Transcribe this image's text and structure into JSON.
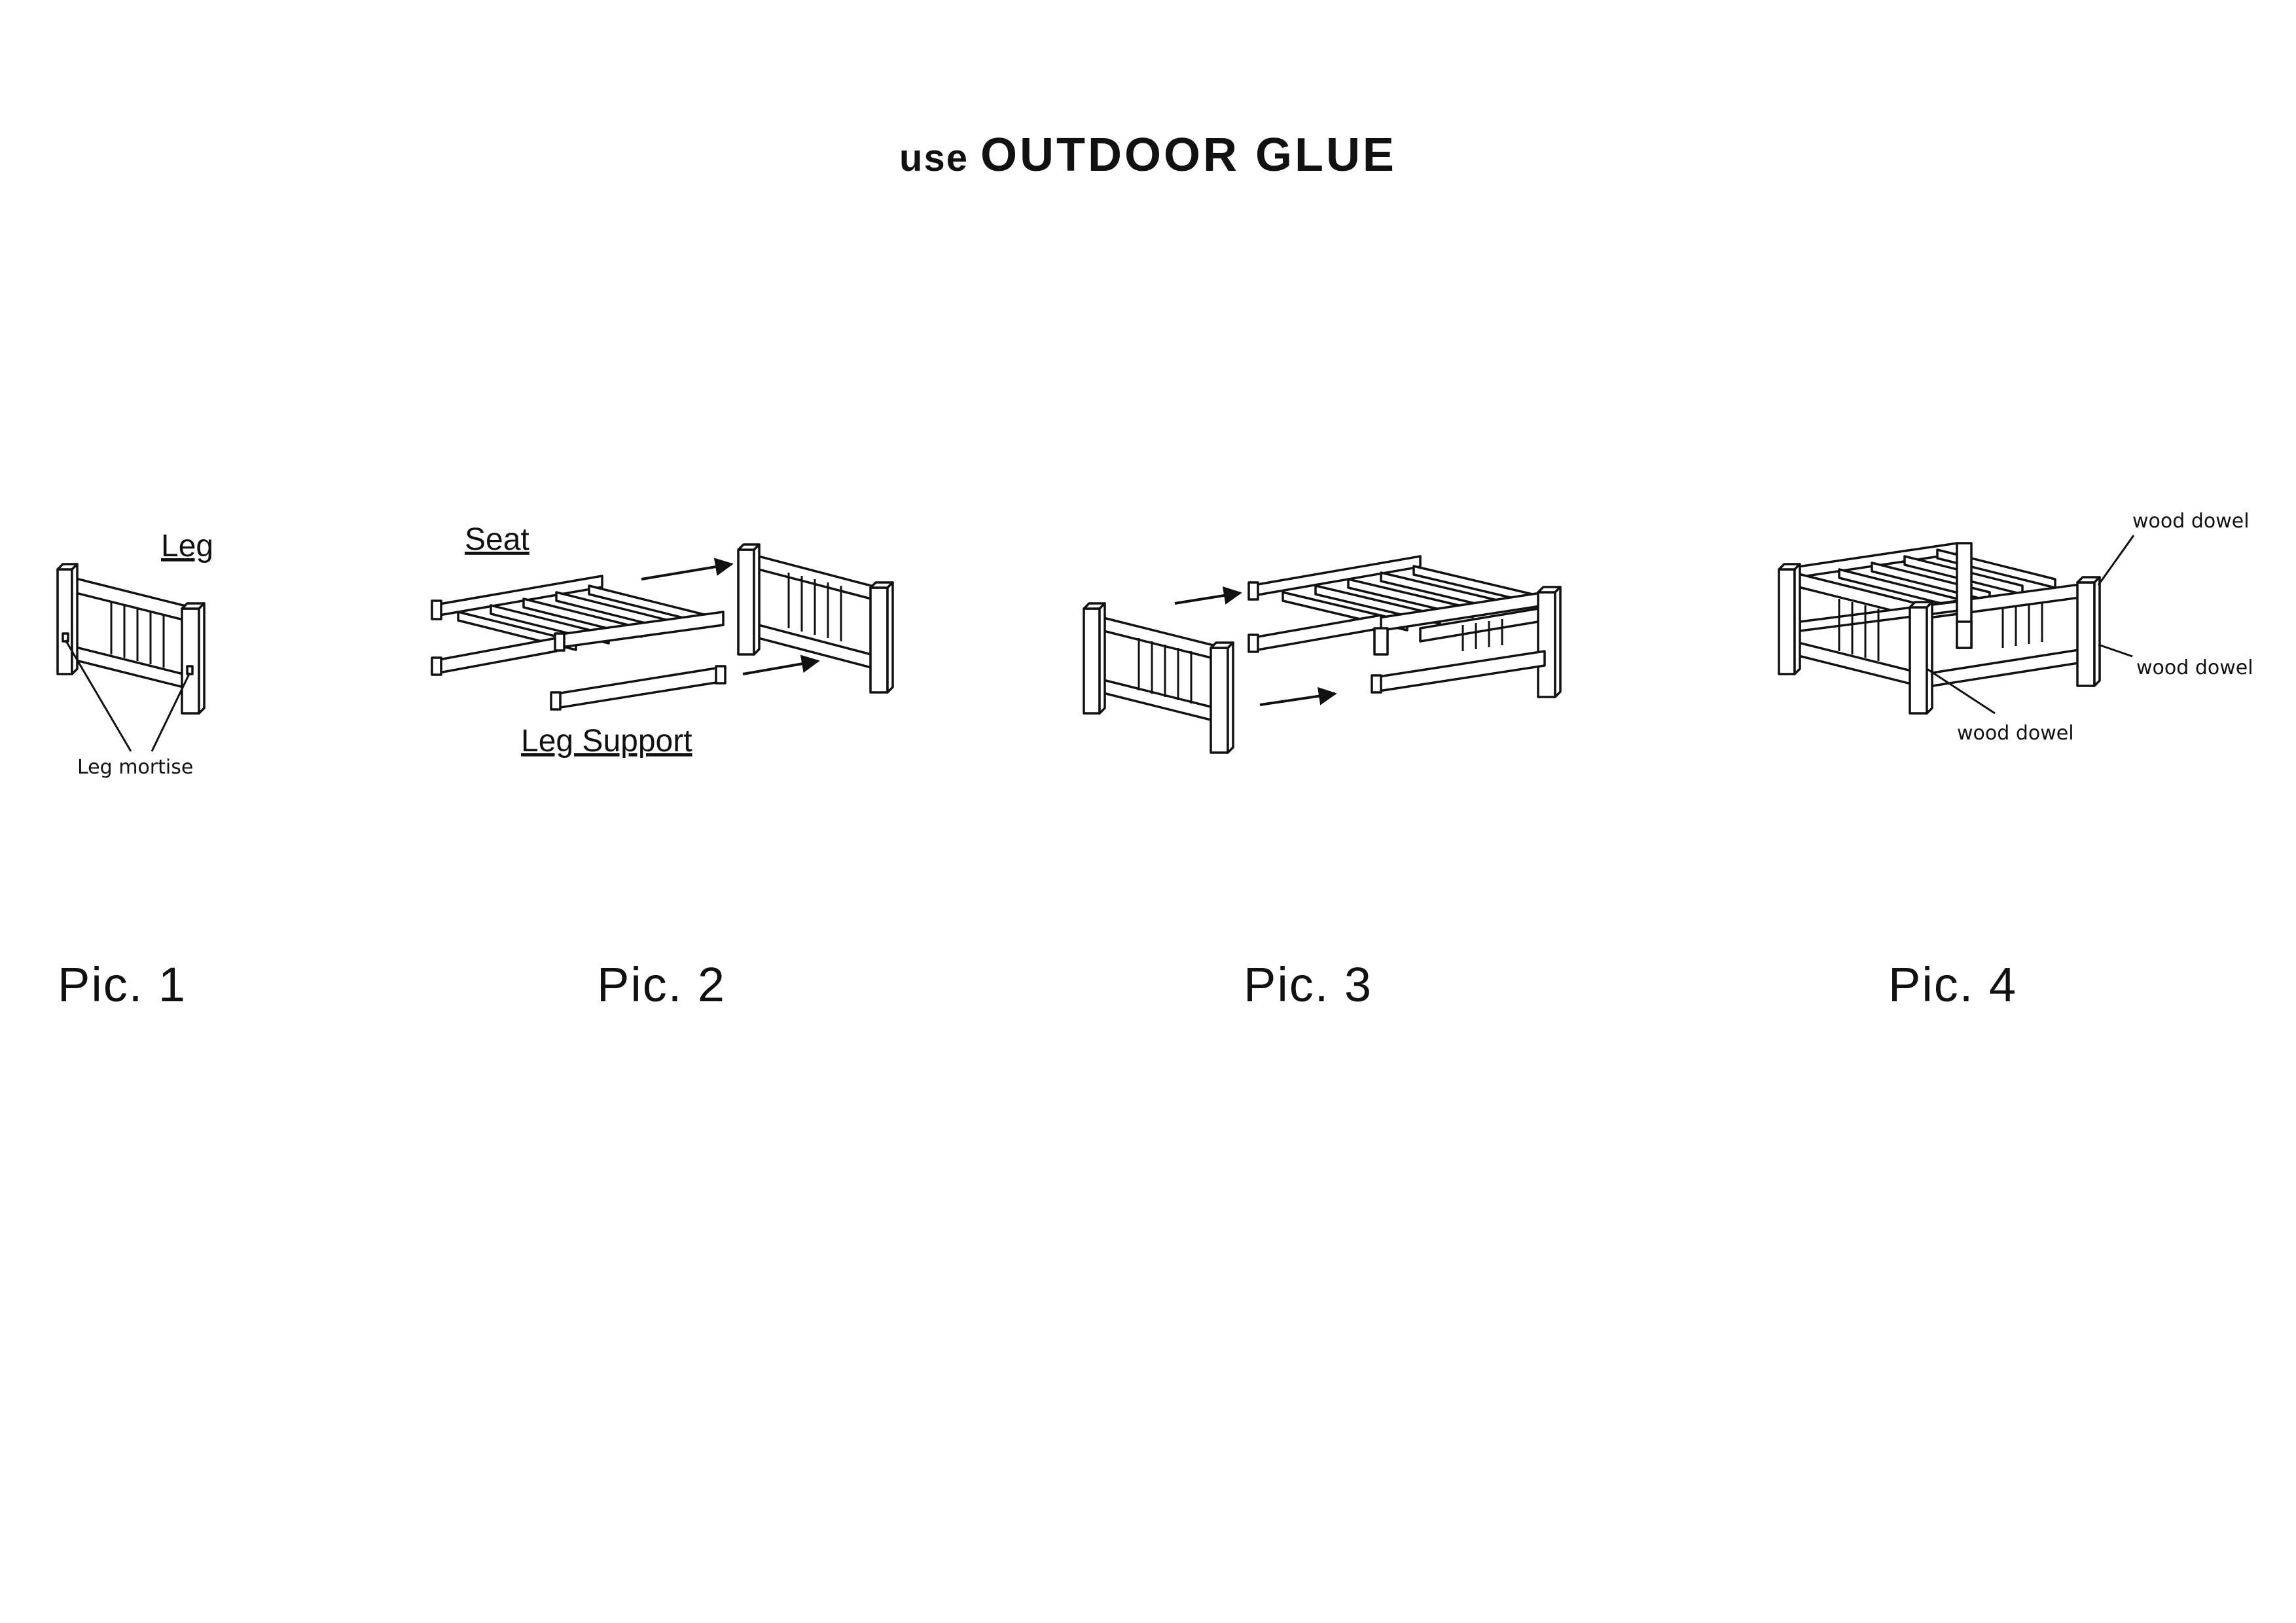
{
  "title": {
    "prefix": "use",
    "main": "OUTDOOR GLUE"
  },
  "figures": [
    {
      "caption": "Pic. 1",
      "labels": {
        "part": "Leg",
        "callout": "Leg mortise"
      }
    },
    {
      "caption": "Pic. 2",
      "labels": {
        "seat": "Seat",
        "support": "Leg Support"
      }
    },
    {
      "caption": "Pic. 3"
    },
    {
      "caption": "Pic. 4",
      "labels": {
        "dowel_top": "wood dowel",
        "dowel_right": "wood dowel",
        "dowel_bottom": "wood dowel"
      }
    }
  ]
}
